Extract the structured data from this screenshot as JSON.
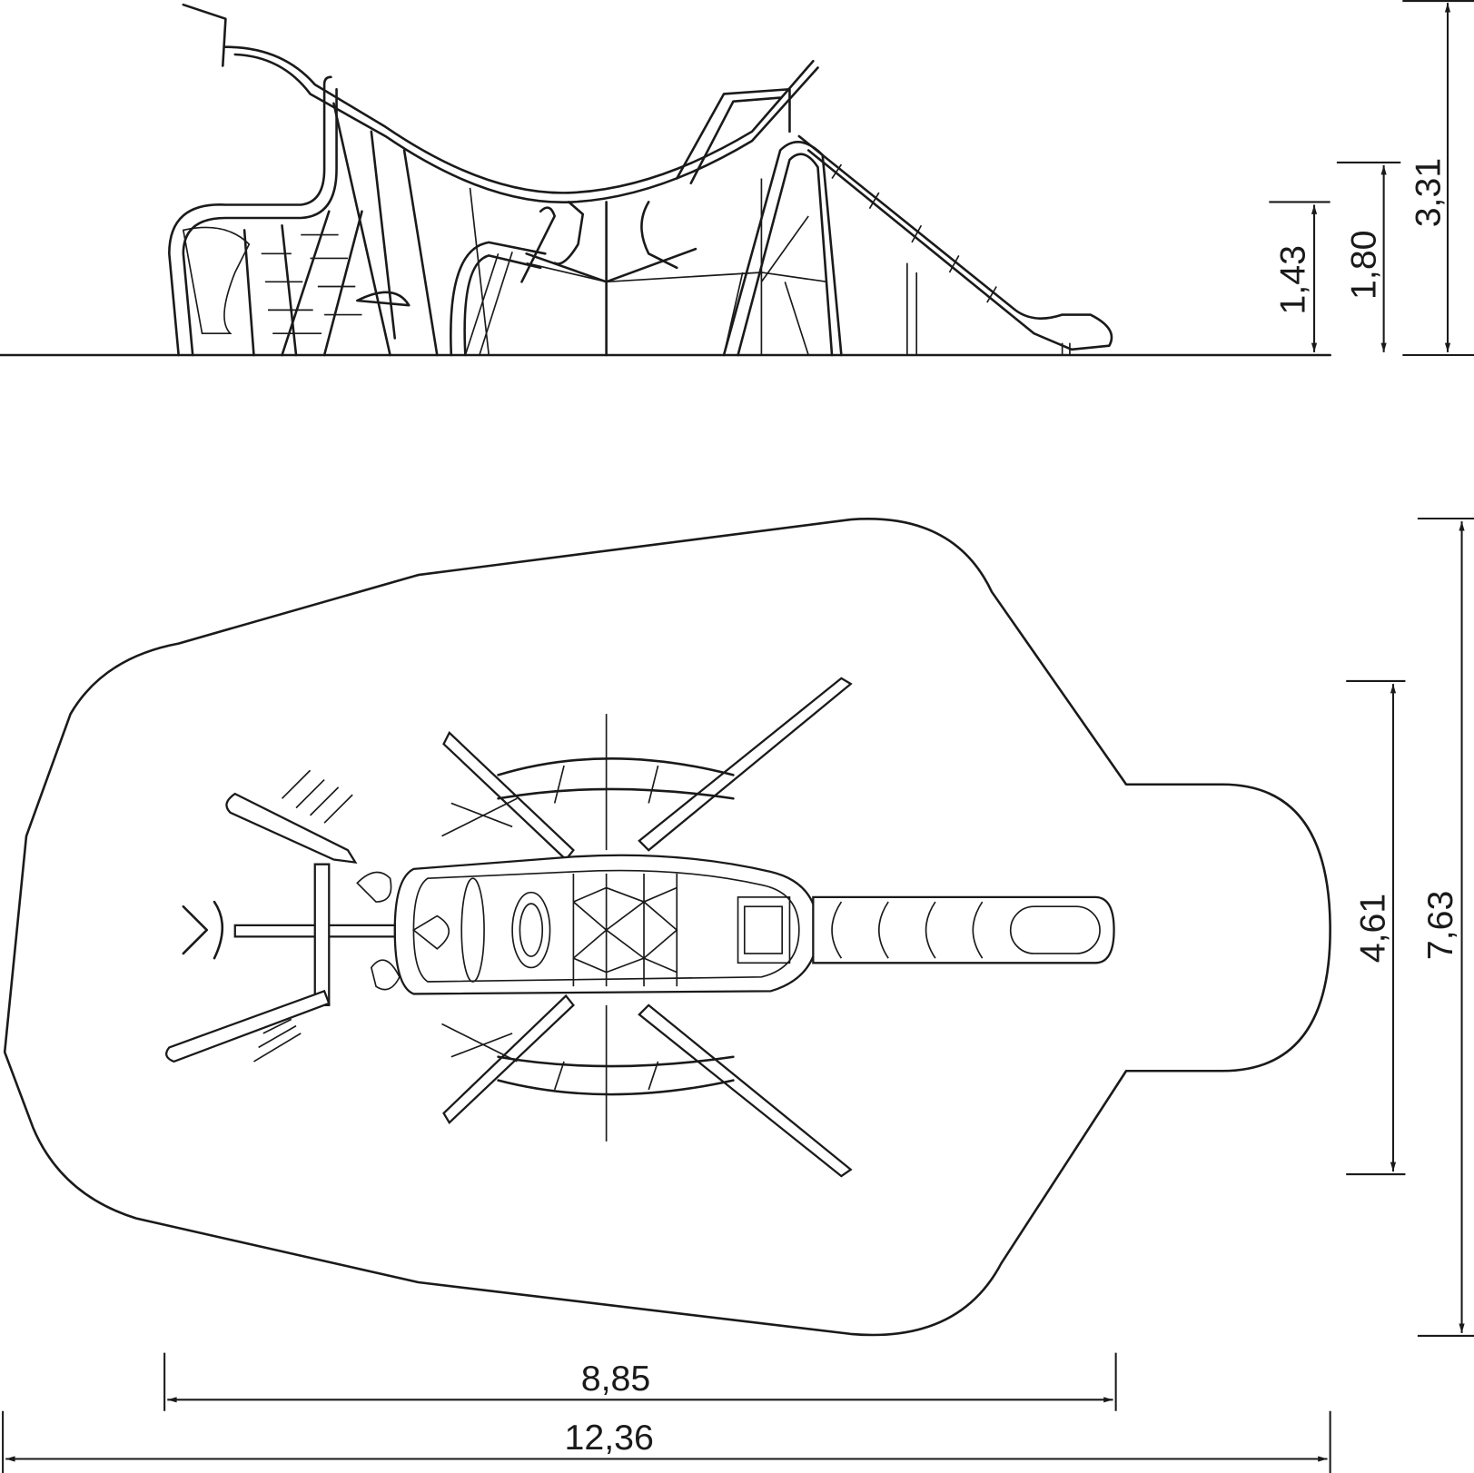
{
  "side_view": {
    "dimensions": {
      "height_platform_low": "1,43",
      "height_platform_high": "1,80",
      "height_total": "3,31"
    }
  },
  "top_view": {
    "dimensions": {
      "equipment_width": "4,61",
      "safety_zone_width": "7,63",
      "equipment_length": "8,85",
      "safety_zone_length": "12,36"
    }
  }
}
